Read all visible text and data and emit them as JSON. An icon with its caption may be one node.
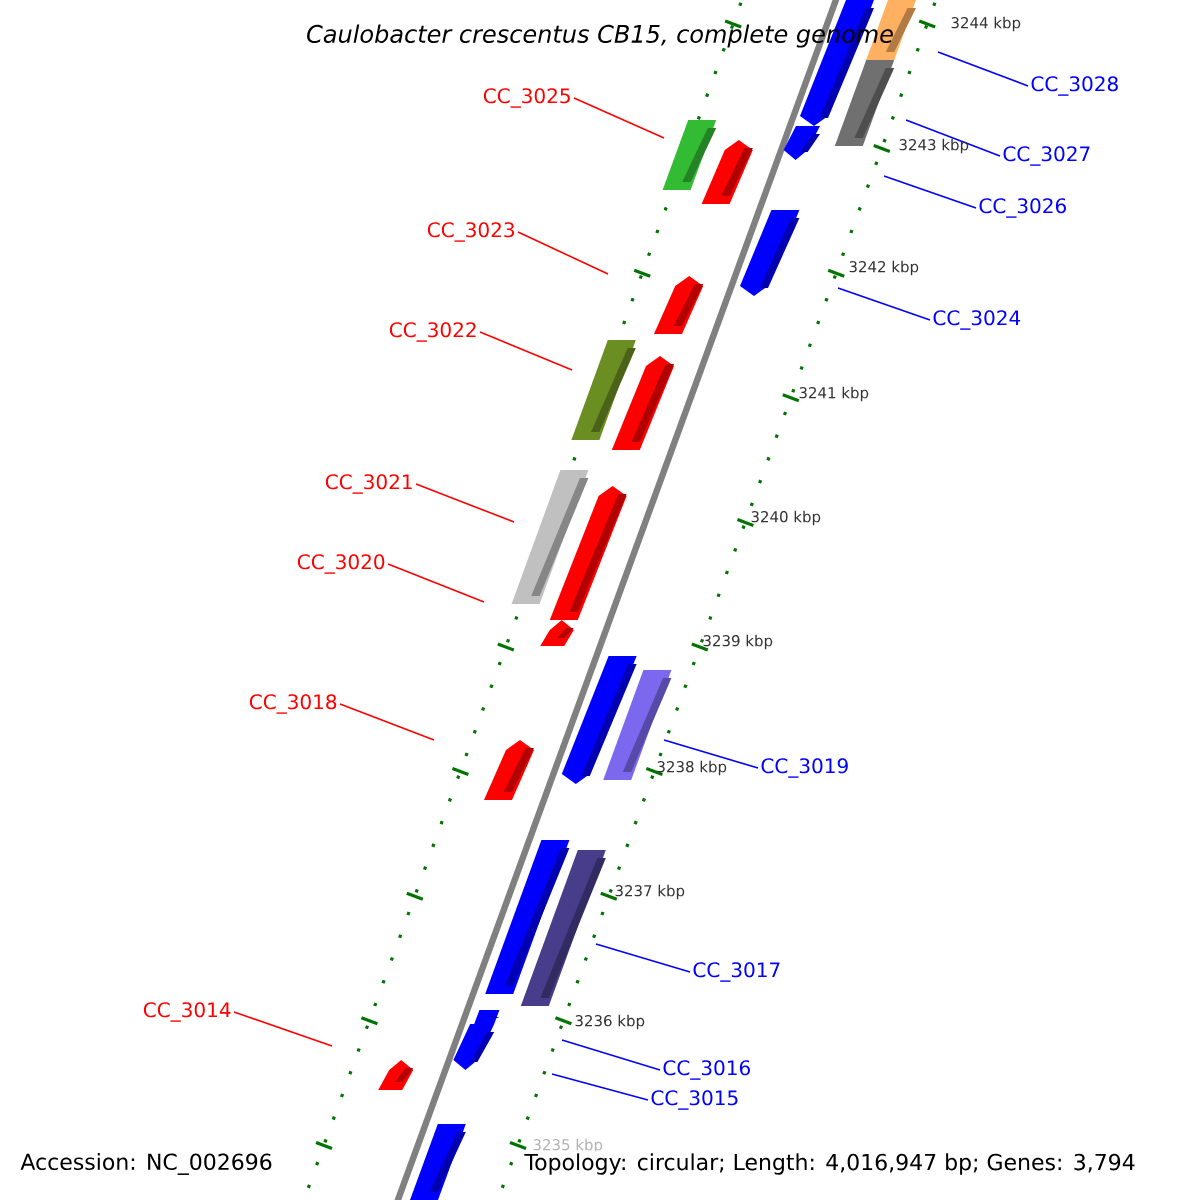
{
  "diagram": {
    "title": "Caulobacter crescentus CB15, complete genome",
    "nodes": [
      {
        "text": [
          "CC_3028"
        ]
      },
      {
        "text": [
          "CC_3025"
        ]
      },
      {
        "text": [
          "CC_3027"
        ]
      },
      {
        "text": [
          "CC_3026"
        ]
      },
      {
        "text": [
          "CC_3023"
        ]
      },
      {
        "text": [
          "CC_3024"
        ]
      },
      {
        "text": [
          "CC_3022"
        ]
      },
      {
        "text": [
          "CC_3021"
        ]
      },
      {
        "text": [
          "CC_3020"
        ]
      },
      {
        "text": [
          "CC_3018"
        ]
      },
      {
        "text": [
          "CC_3019"
        ]
      },
      {
        "text": [
          "CC_3017"
        ]
      },
      {
        "text": [
          "CC_3014"
        ]
      },
      {
        "text": [
          "CC_3016"
        ]
      },
      {
        "text": [
          "CC_3015"
        ]
      }
    ],
    "edges": [
      {
        "from": 0,
        "to": null,
        "arrow": "none"
      },
      {
        "from": 1,
        "to": null,
        "arrow": "none",
        "color": "#ff0000"
      },
      {
        "from": 2,
        "to": null,
        "arrow": "none"
      },
      {
        "from": 3,
        "to": null,
        "arrow": "none"
      },
      {
        "from": 4,
        "to": null,
        "arrow": "none",
        "color": "#ff0000"
      },
      {
        "from": 5,
        "to": null,
        "arrow": "none"
      },
      {
        "from": 6,
        "to": null,
        "arrow": "none",
        "color": "#ff0000"
      },
      {
        "from": 7,
        "to": null,
        "arrow": "none",
        "color": "#ff0000"
      },
      {
        "from": 8,
        "to": null,
        "arrow": "none",
        "color": "#ff0000"
      },
      {
        "from": 9,
        "to": null,
        "arrow": "none",
        "color": "#ff0000"
      },
      {
        "from": 10,
        "to": null,
        "arrow": "none"
      },
      {
        "from": 11,
        "to": null,
        "arrow": "none"
      },
      {
        "from": 12,
        "to": null,
        "arrow": "none",
        "color": "#ff0000"
      },
      {
        "from": 13,
        "to": null,
        "arrow": "none"
      },
      {
        "from": 14,
        "to": null,
        "arrow": "none"
      }
    ],
    "labels": [
      "3244 kbp",
      "3243 kbp",
      "3242 kbp",
      "3241 kbp",
      "3240 kbp",
      "3239 kbp",
      "3238 kbp",
      "3237 kbp",
      "3236 kbp",
      "3235 kbp",
      "Accession: NC_002696",
      "Topology: circular; Length: 4,016,947 bp; Genes: 3,794"
    ]
  }
}
